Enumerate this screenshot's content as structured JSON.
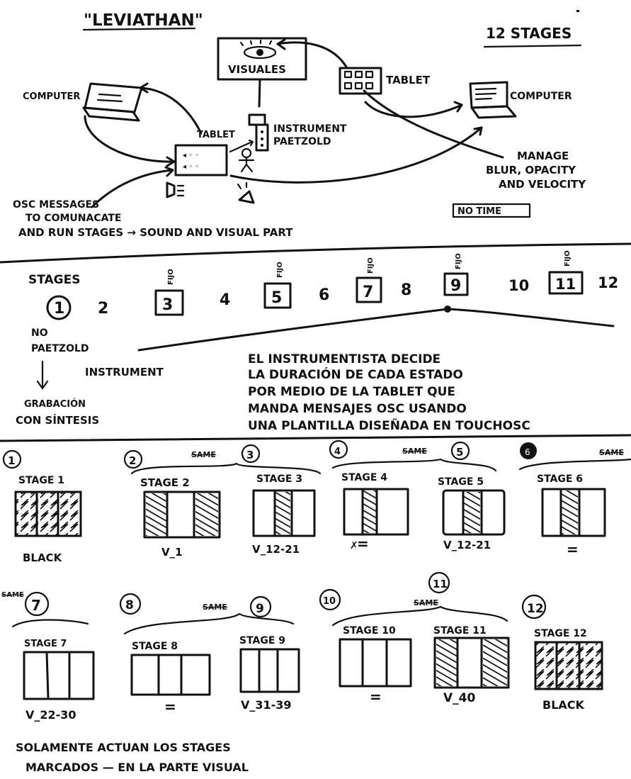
{
  "title": "\"LEVIATHAN\"",
  "stage_count_label": "12 STAGES",
  "top": {
    "visuales": "VISUALES",
    "tablet_right": "TABLET",
    "computer_left": "COMPUTER",
    "computer_right": "COMPUTER",
    "tablet_center": "TABLET",
    "instrument": [
      "INSTRUMENT",
      "PAETZOLD"
    ],
    "manage": [
      "MANAGE",
      "BLUR, OPACITY",
      "AND VELOCITY"
    ],
    "no_time": "NO TIME",
    "osc": [
      "OSC MESSAGES",
      "TO COMUNACATE",
      "AND RUN STAGES → SOUND AND VISUAL PART"
    ]
  },
  "timeline": {
    "stages_label": "STAGES",
    "numbers": [
      "1",
      "2",
      "3",
      "4",
      "5",
      "6",
      "7",
      "8",
      "9",
      "10",
      "11",
      "12"
    ],
    "fijo": "FIJO",
    "no_paetzold": [
      "NO",
      "PAETZOLD"
    ],
    "instrument": "INSTRUMENT",
    "grabacion": [
      "GRABACIÓN",
      "CON SÍNTESIS"
    ],
    "spanish_note": [
      "EL INSTRUMENTISTA DECIDE",
      "LA DURACIÓN DE CADA ESTADO",
      "POR MEDIO DE LA TABLET QUE",
      "MANDA MENSAJES OSC USANDO",
      "UNA PLANTILLA DISEÑADA EN TOUCHOSC"
    ]
  },
  "panels_row1": {
    "groups": [
      {
        "circle": "1"
      },
      {
        "circle_a": "2",
        "same": "SAME",
        "circle_b": "3"
      },
      {
        "circle_a": "4",
        "same": "SAME",
        "circle_b": "5"
      },
      {
        "circle_a": "6",
        "same": "SAME"
      }
    ],
    "stages": [
      {
        "label": "STAGE 1",
        "caption": "BLACK"
      },
      {
        "label": "STAGE 2",
        "caption": "V_1"
      },
      {
        "label": "STAGE 3",
        "caption": "V_12-21"
      },
      {
        "label": "STAGE 4",
        "caption": "="
      },
      {
        "label": "STAGE 5",
        "caption": "V_12-21"
      },
      {
        "label": "STAGE 6",
        "caption": "="
      }
    ]
  },
  "panels_row2": {
    "groups": [
      {
        "same": "SAME",
        "circle": "7"
      },
      {
        "circle_a": "8",
        "same": "SAME",
        "circle_b": "9"
      },
      {
        "circle_a": "10",
        "same": "SAME",
        "circle_b": "11"
      },
      {
        "circle": "12"
      }
    ],
    "stages": [
      {
        "label": "STAGE 7",
        "caption": "V_22-30"
      },
      {
        "label": "STAGE 8",
        "caption": "="
      },
      {
        "label": "STAGE 9",
        "caption": "V_31-39"
      },
      {
        "label": "STAGE 10",
        "caption": "="
      },
      {
        "label": "STAGE 11",
        "caption": "V_40"
      },
      {
        "label": "STAGE 12",
        "caption": "BLACK"
      }
    ]
  },
  "footer": [
    "SOLAMENTE ACTUAN LOS STAGES",
    "MARCADOS — EN LA PARTE VISUAL"
  ]
}
